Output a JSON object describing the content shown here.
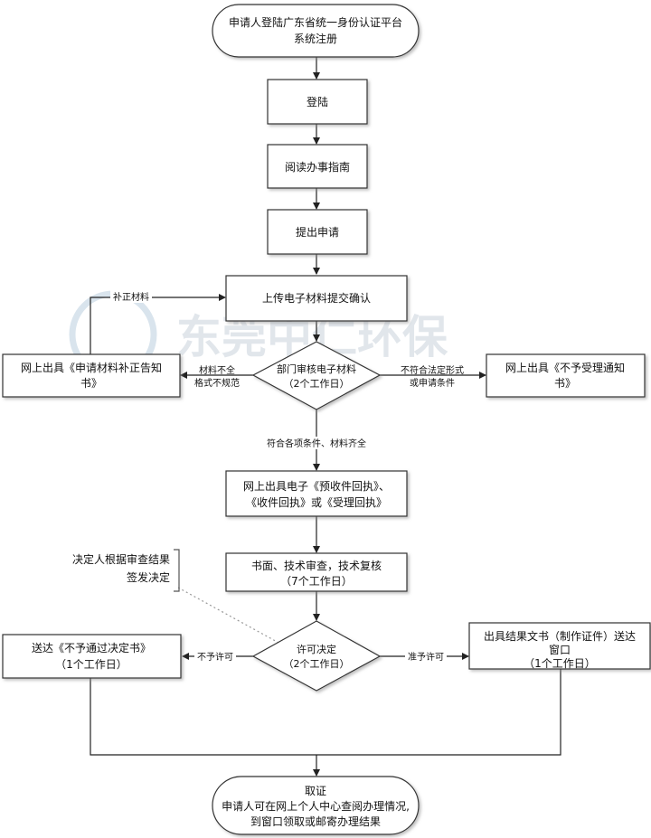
{
  "watermark": "东莞中仁环保",
  "nodes": {
    "start": [
      "申请人登陆广东省统一身份认证平台",
      "系统注册"
    ],
    "login": [
      "登陆"
    ],
    "guide": [
      "阅读办事指南"
    ],
    "apply": [
      "提出申请"
    ],
    "upload": [
      "上传电子材料提交确认"
    ],
    "review": [
      "部门审核电子材料",
      "（2个工作日）"
    ],
    "supplement_notice": [
      "网上出具《申请材料补正告知",
      "书》"
    ],
    "reject_notice": [
      "网上出具《不予受理通知",
      "书》"
    ],
    "receipt": [
      "网上出具电子《预收件回执》、",
      "《收件回执》或《受理回执》"
    ],
    "tech_review": [
      "书面、技术审查，技术复核",
      "（7个工作日）"
    ],
    "decision_note": [
      "决定人根据审查结果",
      "签发决定"
    ],
    "decision": [
      "许可决定",
      "（2个工作日）"
    ],
    "deny": [
      "送达《不予通过决定书》",
      "（1个工作日）"
    ],
    "grant": [
      "出具结果文书（制作证件）送达",
      "窗口",
      "（1个工作日）"
    ],
    "end": [
      "取证",
      "申请人可在网上个人中心查阅办理情况,",
      "到窗口领取或邮寄办理结果"
    ]
  },
  "edges": {
    "supplement": [
      "补正材料"
    ],
    "incomplete": [
      "材料不全",
      "格式不规范"
    ],
    "nonconform": [
      "不符合法定形式",
      "或申请条件"
    ],
    "conform": [
      "符合各项条件、材料齐全"
    ],
    "not_permit": [
      "不予许可"
    ],
    "permit": [
      "准予许可"
    ]
  }
}
